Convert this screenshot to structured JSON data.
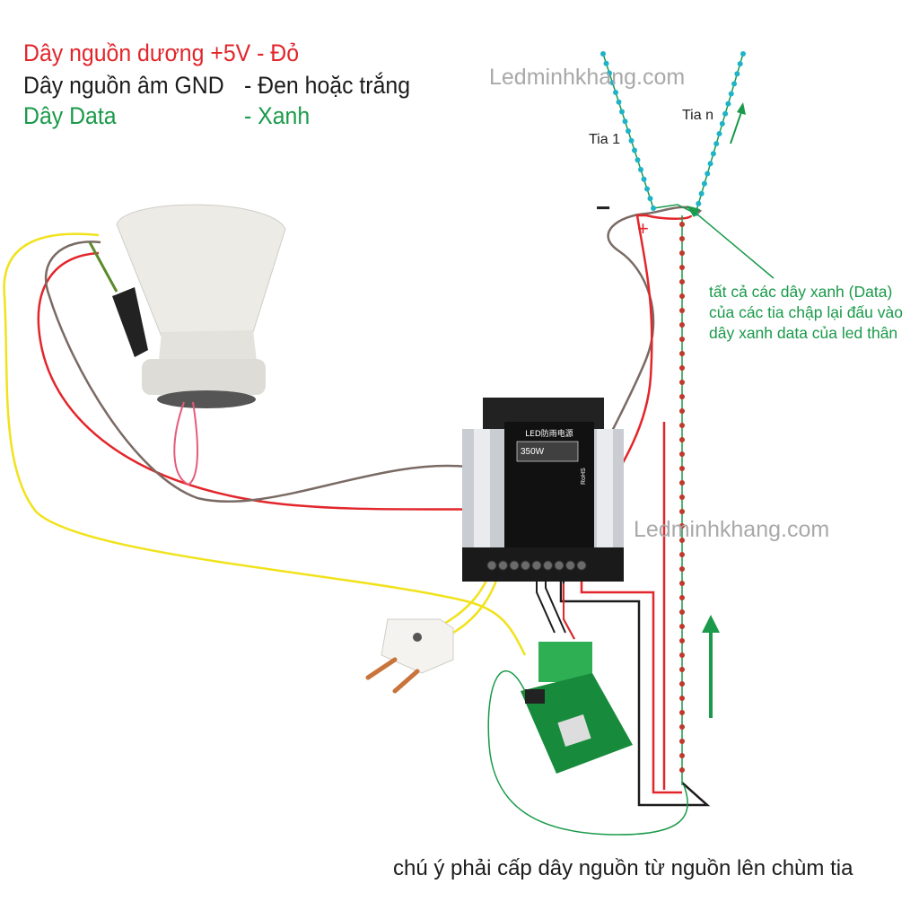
{
  "legend": {
    "positive": {
      "label": "Dây nguồn dương +5V",
      "value": "- Đỏ"
    },
    "ground": {
      "label": "Dây nguồn âm GND",
      "value": "- Đen hoặc trắng"
    },
    "data": {
      "label": "Dây Data",
      "value": "- Xanh"
    }
  },
  "watermarks": [
    "Ledminhkhang.com",
    "Ledminhkhang.com"
  ],
  "rays": {
    "first": "Tia 1",
    "last": "Tia n"
  },
  "polarity": {
    "minus": "−",
    "plus": "+"
  },
  "note": {
    "line1": "tất cả các dây xanh (Data)",
    "line2": "của các tia chập lại đấu vào",
    "line3": "dây xanh data của led thân"
  },
  "psu": {
    "title": "LED防雨电源",
    "power": "350W",
    "rohs": "RoHS"
  },
  "caption": "chú ý phải cấp dây nguồn từ nguồn lên chùm tia",
  "colors": {
    "positive": "#e2262b",
    "ground": "#1c1c1c",
    "data": "#1a9a4a",
    "led_ray": "#1fb3c8",
    "led_trunk": "#c0392b"
  }
}
